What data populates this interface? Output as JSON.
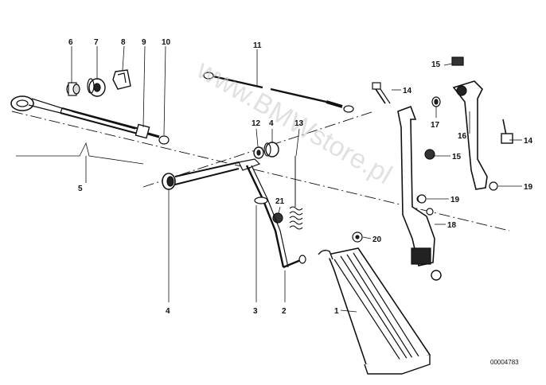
{
  "callouts": {
    "c1": "1",
    "c2": "2",
    "c3": "3",
    "c4a": "4",
    "c4b": "4",
    "c5": "5",
    "c6": "6",
    "c7": "7",
    "c8": "8",
    "c9": "9",
    "c10": "10",
    "c11": "11",
    "c12": "12",
    "c13": "13",
    "c14a": "14",
    "c14b": "14",
    "c15a": "15",
    "c15b": "15",
    "c16": "16",
    "c17": "17",
    "c18": "18",
    "c19a": "19",
    "c19b": "19",
    "c20": "20",
    "c21": "21"
  },
  "watermark": "www.BMWstore.pl",
  "reference_number": "00004783"
}
